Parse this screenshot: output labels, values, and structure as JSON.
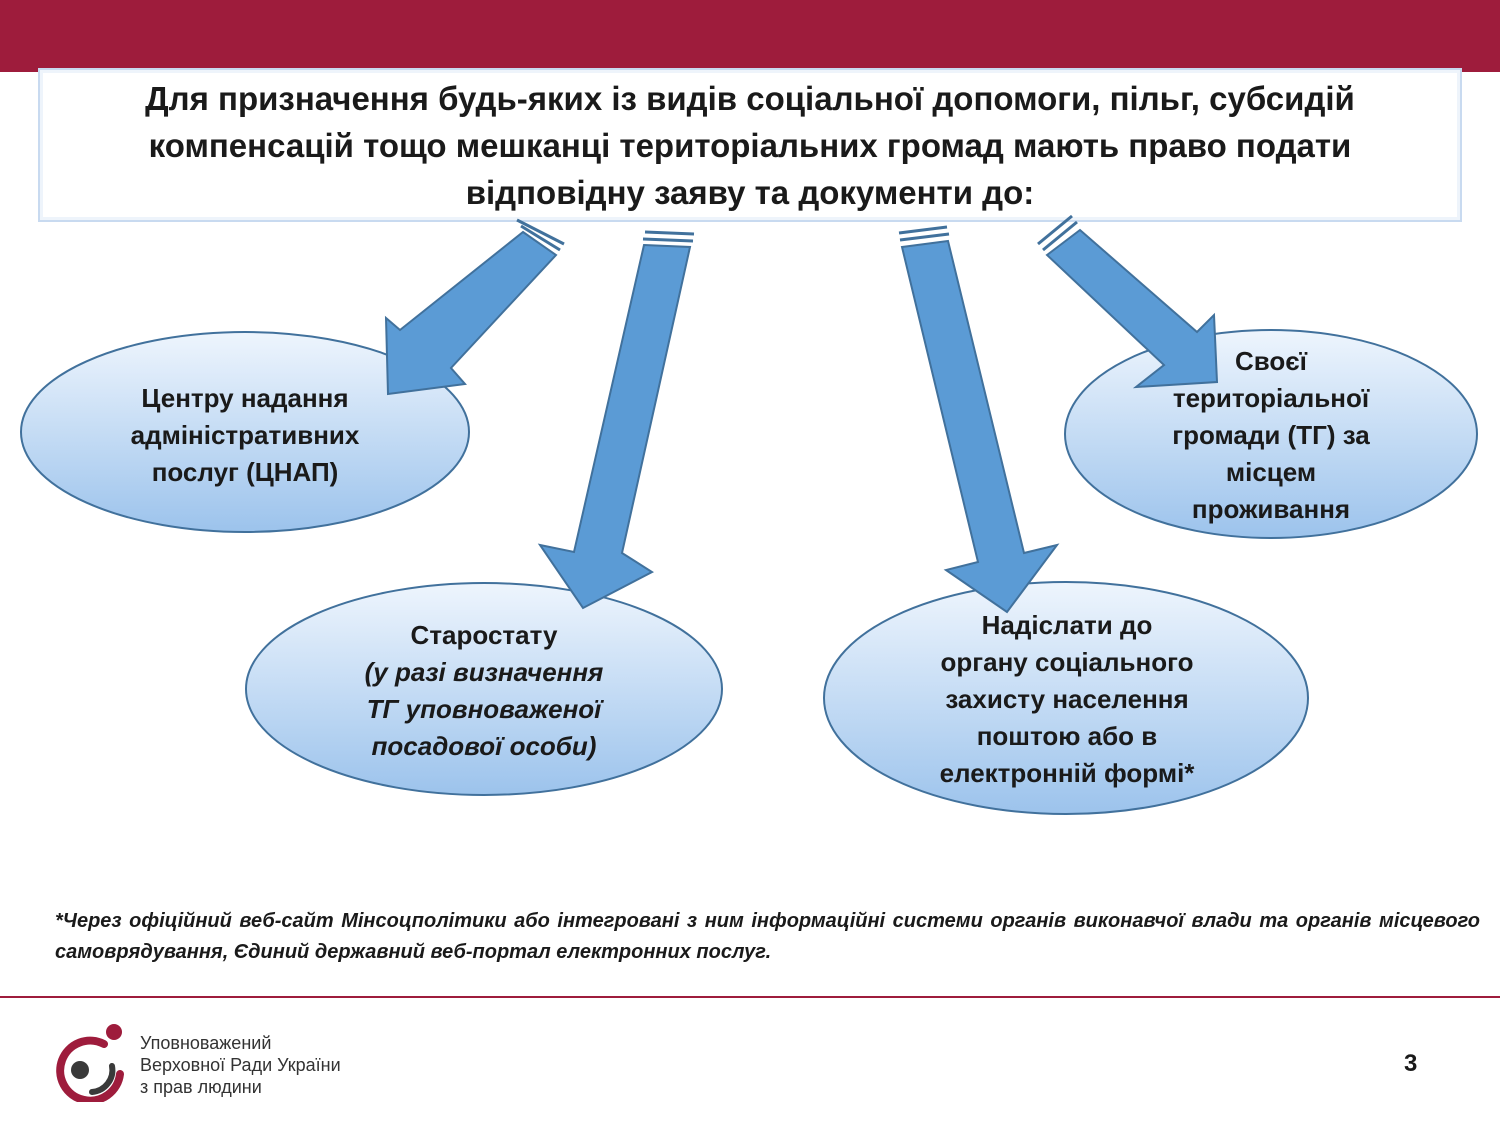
{
  "title": {
    "lines": [
      "Для призначення  будь-яких із видів соціальної допомоги, пільг, субсидій",
      "компенсацій тощо мешканці територіальних громад мають право подати",
      "відповідну заяву та документи до:"
    ]
  },
  "nodes": {
    "cnap": {
      "lines": [
        "Центру надання",
        "адміністративних",
        "послуг (ЦНАП)"
      ]
    },
    "starostat": {
      "lines": [
        "Старостату",
        "(у разі визначення",
        "ТГ уповноваженої",
        "посадової особи)"
      ]
    },
    "social": {
      "lines": [
        "Надіслати до",
        "органу соціального",
        "захисту населення",
        "поштою або в",
        "електронній формі*"
      ]
    },
    "community": {
      "lines": [
        "Своєї",
        "територіальної",
        "громади (ТГ) за",
        "місцем",
        "проживання"
      ]
    }
  },
  "footnote": "*Через офіційний веб-сайт Мінсоцполітики або інтегровані з ним інформаційні системи органів виконавчої влади та органів місцевого самоврядування, Єдиний державний веб-портал електронних послуг.",
  "footer": {
    "org_lines": [
      "Уповноважений",
      "Верховної Ради України",
      "з прав людини"
    ],
    "page_number": "3"
  },
  "colors": {
    "brand": "#9e1c3c",
    "arrow_fill": "#5b9bd5",
    "arrow_stroke": "#41719c",
    "ellipse_top": "#eef5fd",
    "ellipse_bottom": "#9cc3ec"
  },
  "icons": {
    "logo": "ombudsman-logo-icon",
    "arrow": "arrow-icon"
  }
}
